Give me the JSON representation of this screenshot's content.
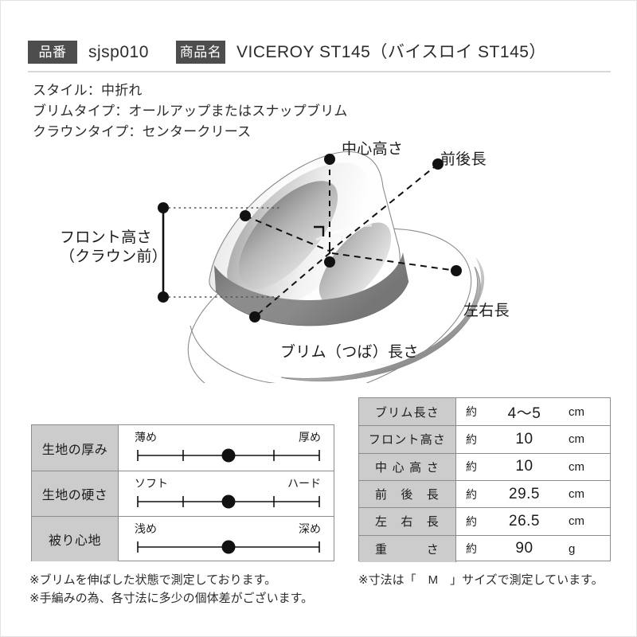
{
  "header": {
    "hinban_label": "品番",
    "hinban_value": "sjsp010",
    "shohinmei_label": "商品名",
    "shohinmei_value": "VICEROY ST145（バイスロイ ST145）"
  },
  "spec": {
    "style": "スタイル：中折れ",
    "brim_type": "ブリムタイプ：オールアップまたはスナップブリム",
    "crown_type": "クラウンタイプ：センタークリース"
  },
  "diagram": {
    "label_center_height": "中心高さ",
    "label_front_back_length": "前後長",
    "label_left_right_length": "左右長",
    "label_brim_length": "ブリム（つば）長さ",
    "label_front_height_line1": "フロント高さ",
    "label_front_height_line2": "（クラウン前）"
  },
  "sliders": {
    "rows": [
      {
        "name": "生地の厚み",
        "left_end": "薄め",
        "right_end": "厚め",
        "ticks": 5,
        "show_inner_ticks": true,
        "position": 3
      },
      {
        "name": "生地の硬さ",
        "left_end": "ソフト",
        "right_end": "ハード",
        "ticks": 5,
        "show_inner_ticks": true,
        "position": 3
      },
      {
        "name": "被り心地",
        "left_end": "浅め",
        "right_end": "深め",
        "ticks": 5,
        "show_inner_ticks": false,
        "position": 3
      }
    ]
  },
  "measurements": {
    "rows": [
      {
        "name": "ブリム長さ",
        "approx": "約",
        "value": "4〜5",
        "unit": "cm"
      },
      {
        "name": "フロント高さ",
        "approx": "約",
        "value": "10",
        "unit": "cm"
      },
      {
        "name": "中 心 高 さ",
        "approx": "約",
        "value": "10",
        "unit": "cm"
      },
      {
        "name": "前　後　長",
        "approx": "約",
        "value": "29.5",
        "unit": "cm"
      },
      {
        "name": "左　右　長",
        "approx": "約",
        "value": "26.5",
        "unit": "cm"
      },
      {
        "name": "重　　　さ",
        "approx": "約",
        "value": "90",
        "unit": "g"
      }
    ]
  },
  "notes": {
    "left": [
      "※ブリムを伸ばした状態で測定しております。",
      "※手編みの為、各寸法に多少の個体差がございます。"
    ],
    "right": "※寸法は「　M　」サイズで測定しています。"
  },
  "colors": {
    "badge_bg": "#4d4d4d",
    "table_header_bg": "#cccccc",
    "border": "#8c8c8c",
    "text": "#1b1b1b",
    "hat_band": "#8a8a8a",
    "hat_outline": "#8c8c8c"
  }
}
